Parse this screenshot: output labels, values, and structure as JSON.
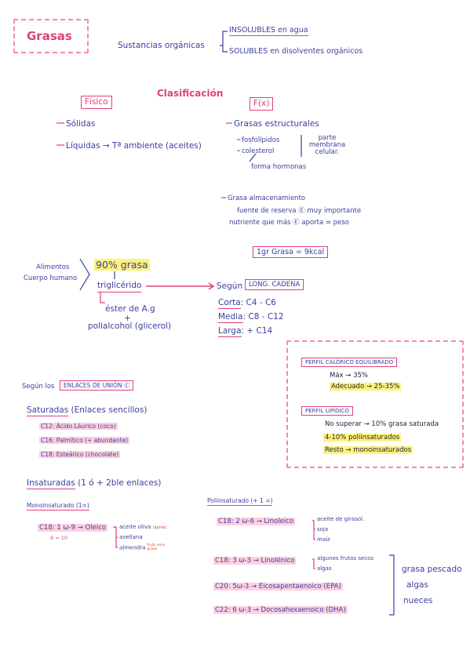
{
  "title": "Grasas",
  "intro": {
    "label": "Sustancias orgánicas",
    "insoluble": "INSOLUBLES en agua",
    "soluble": "SOLUBLES en disolventes orgánicos"
  },
  "clasificacion": {
    "heading": "Clasificación",
    "fisico": {
      "label": "Físico",
      "solidas": "Sólidas",
      "liquidas": "Líquidas → Tª ambiente (aceites)"
    },
    "funcion": {
      "label": "F(x)",
      "estructurales": "Grasas estructurales",
      "fosfolipidos": "fosfolípidos",
      "colesterol": "colesterol",
      "hormonas": "forma hormonas",
      "membrana": "parte membrana celular.",
      "almacenamiento": "Grasa almacenamiento",
      "reserva": "fuente de reserva Ⓔ muy importante",
      "nutriente": "nutriente que más Ⓔ aporta = peso"
    }
  },
  "kcal": "1gr Grasa = 9kcal",
  "alimentos": {
    "label1": "Alimentos",
    "label2": "Cuerpo humano",
    "porcentaje": "90% grasa",
    "trigliceridos": "triglicérido",
    "ester": "éster de A.g",
    "plus": "+",
    "polialcohol": "polialcohol (glicerol)",
    "segun": "Según",
    "cadena": "LONG. CADENA",
    "corta_label": "Corta",
    "corta_val": ": C4 - C6",
    "media_label": "Media",
    "media_val": ": C8 - C12",
    "larga_label": "Larga",
    "larga_val": ": + C14"
  },
  "perfil": {
    "calorico": "PERFIL CALÓRICO EQUILIBRADO",
    "max": "Máx → 35%",
    "adecuado": "Adecuado → 25-35%",
    "lipidico": "PERFIL LIPÍDICO",
    "no_superar": "No superar → 10% grasa saturada",
    "poli": "4-10% poliinsaturados",
    "resto": "Resto → monoinsaturados"
  },
  "enlaces": {
    "segun": "Según los",
    "label": "ENLACES DE UNIÓN Ⓒ",
    "saturadas": "Saturadas",
    "saturadas_desc": "(Enlaces sencillos)",
    "c12": "C12: Ácido Láurico (coco)",
    "c16": "C16: Palmítico (+ abundante)",
    "c18": "C18: Esteárico (chocolate)",
    "insaturadas": "Insaturadas",
    "insaturadas_desc": "(1 ó + 2ble enlaces)"
  },
  "mono": {
    "heading": "Monoinsaturado (1=)",
    "c18": "C18: 1 ω-9 → Oleico",
    "nine": "9 = 10",
    "aceite": "aceite oliva",
    "aceite_note": "(aprox)",
    "avellana": "avellana",
    "almendra": "almendra",
    "almendra_note": "fruto seco graso"
  },
  "poli": {
    "heading": "Poliinsaturado (+ 1 =)",
    "c18a": "C18: 2 ω-6 → Linoleico",
    "girasol": "aceite de girasol.",
    "soja": "soja",
    "maiz": "maíz",
    "c18b": "C18: 3 ω-3 → Linolénico",
    "frutos": "algunos frutos secos",
    "algas": "algas",
    "c20": "C20: 5ω-3 → Eicosapentaenoico (EPA)",
    "c22": "C22: 6 ω-3 → Docosahexaenoico (DHA)",
    "grasa_pescado": "grasa pescado",
    "algas2": "algas",
    "nueces": "nueces"
  },
  "colors": {
    "ink": "#3a3f9e",
    "accent": "#e0407e",
    "highlight": "#fff27a",
    "red": "#e8453c"
  }
}
